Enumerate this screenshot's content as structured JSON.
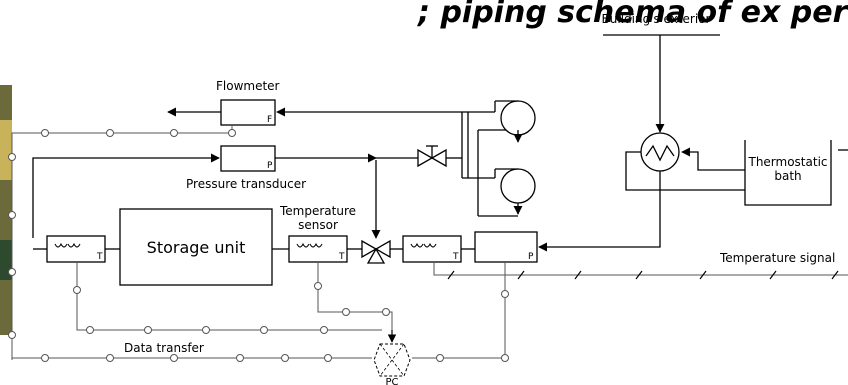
{
  "header": {
    "partial_title": "; piping schema of ex perim"
  },
  "labels": {
    "flowmeter": "Flowmeter",
    "pressure_transducer": "Pressure transducer",
    "storage_unit": "Storage unit",
    "temperature_sensor_line1": "Temperature",
    "temperature_sensor_line2": "sensor",
    "buildings_exterior": "Building's exterior",
    "thermostatic_bath_line1": "Thermostatic",
    "thermostatic_bath_line2": "bath",
    "temperature_signal": "Temperature signal",
    "data_transfer": "Data transfer",
    "pc": "PC"
  },
  "sensor_tags": {
    "flow": "F",
    "pressure": "P",
    "temp": "T"
  },
  "colors": {
    "line": "#000000",
    "signal_line": "#555555",
    "background": "#ffffff"
  }
}
